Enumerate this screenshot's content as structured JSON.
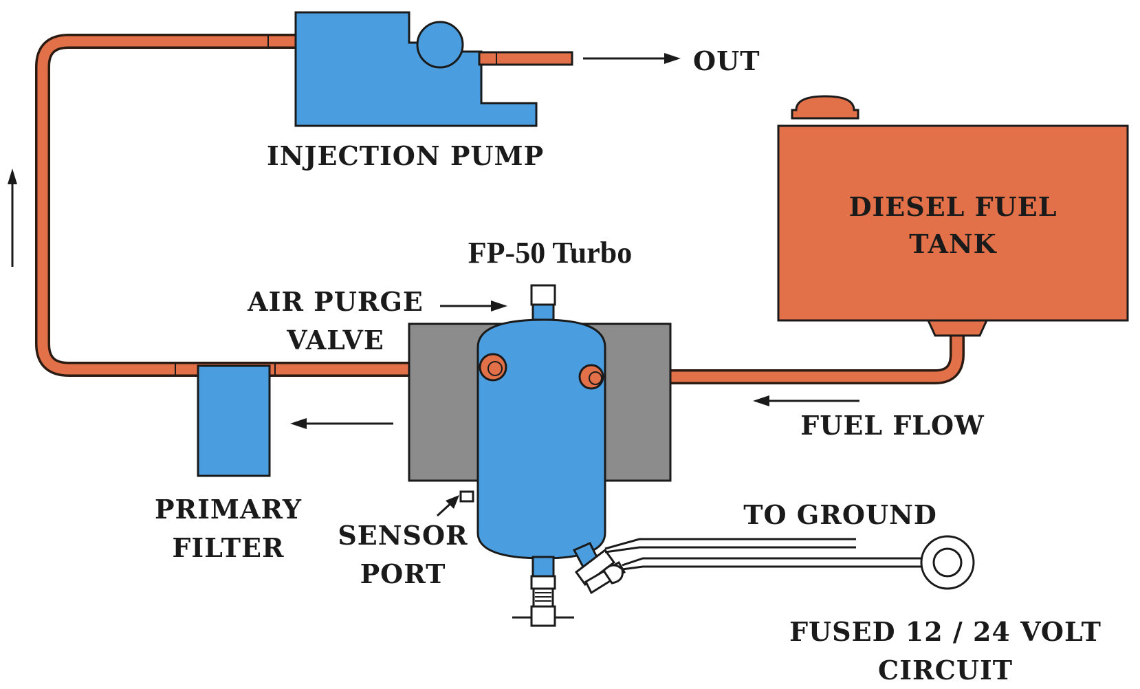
{
  "diagram": {
    "title": "FP-50 Turbo",
    "labels": {
      "injection_pump": "INJECTION PUMP",
      "out": "OUT",
      "diesel_tank_line1": "DIESEL FUEL",
      "diesel_tank_line2": "TANK",
      "air_purge_line1": "AIR PURGE",
      "air_purge_line2": "VALVE",
      "fuel_flow": "FUEL FLOW",
      "primary_filter_line1": "PRIMARY",
      "primary_filter_line2": "FILTER",
      "sensor_port_line1": "SENSOR",
      "sensor_port_line2": "PORT",
      "to_ground": "TO GROUND",
      "fused_circuit_line1": "FUSED 12 / 24 VOLT",
      "fused_circuit_line2": "CIRCUIT"
    },
    "colors": {
      "pipe": "#e2714a",
      "tank": "#e2714a",
      "component_blue": "#4a9ee0",
      "housing_gray": "#8c8c8c",
      "outline": "#1a1a1a"
    }
  }
}
